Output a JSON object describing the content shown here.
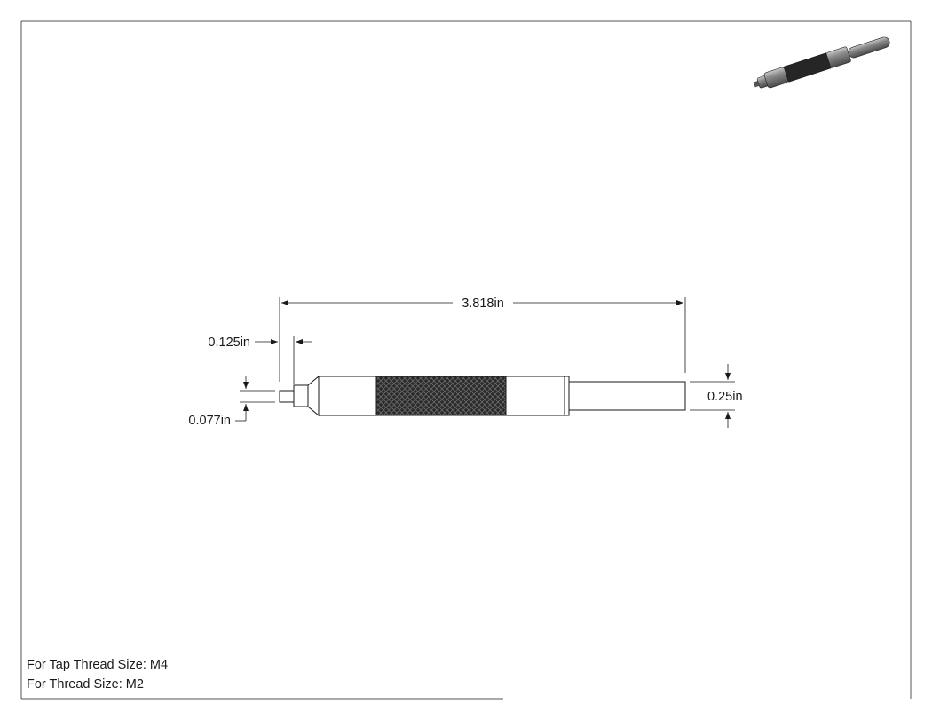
{
  "dimensions": {
    "overall_length": "3.818in",
    "tip_length": "0.125in",
    "tip_diameter": "0.077in",
    "shank_diameter": "0.25in"
  },
  "notes": {
    "tap_thread": "For Tap Thread Size: M4",
    "thread": "For Thread Size: M2"
  }
}
